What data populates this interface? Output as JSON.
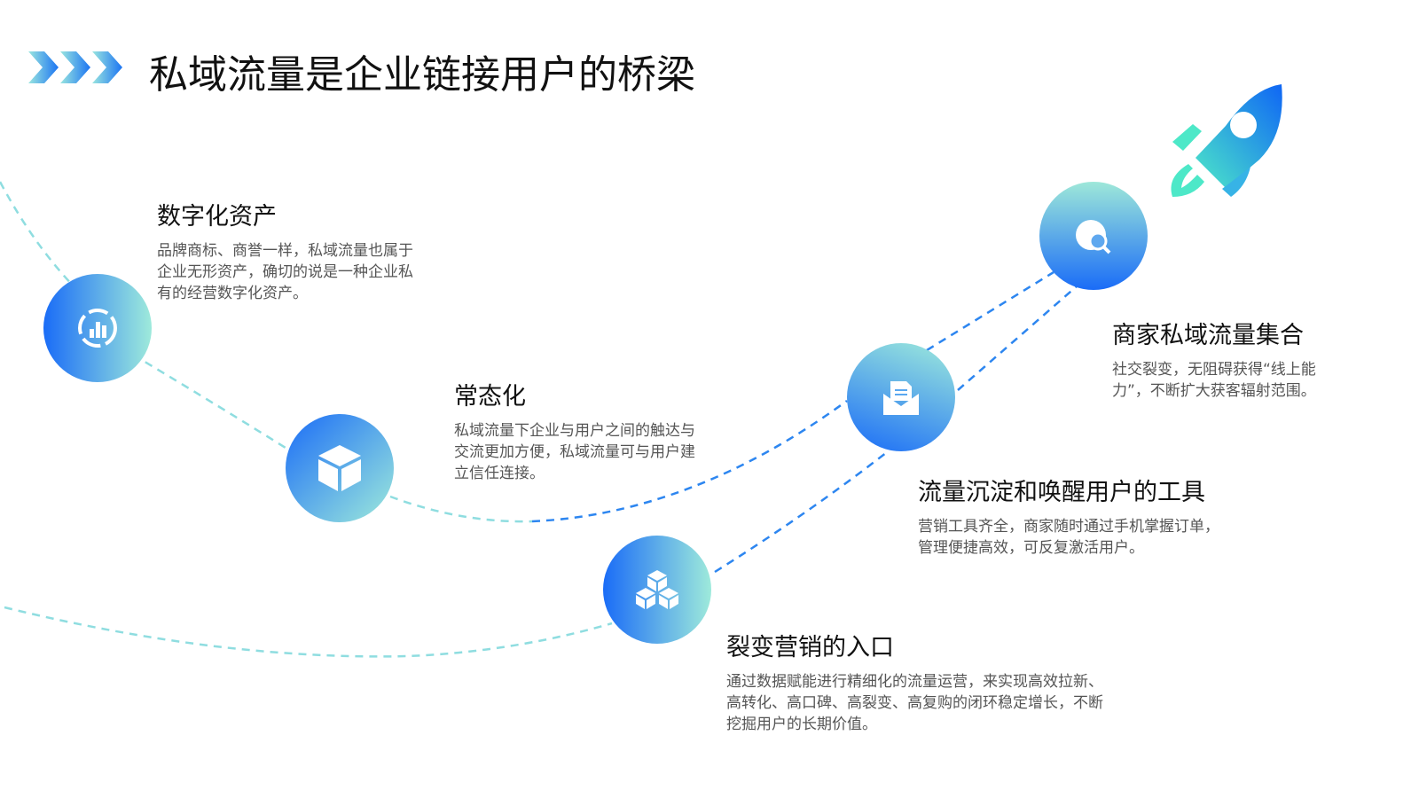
{
  "title": "私域流量是企业链接用户的桥梁",
  "colors": {
    "blue": "#1f6ff5",
    "teal": "#8fe6d8"
  },
  "items": [
    {
      "icon": "bar-chart-icon",
      "heading": "数字化资产",
      "text": "品牌商标、商誉一样，私域流量也属于企业无形资产，确切的说是一种企业私有的经营数字化资产。"
    },
    {
      "icon": "cube-icon",
      "heading": "常态化",
      "text": "私域流量下企业与用户之间的触达与交流更加方便，私域流量可与用户建立信任连接。"
    },
    {
      "icon": "blocks-icon",
      "heading": "裂变营销的入口",
      "text": "通过数据赋能进行精细化的流量运营，来实现高效拉新、高转化、高口碑、高裂变、高复购的闭环稳定增长，不断挖掘用户的长期价值。"
    },
    {
      "icon": "mail-icon",
      "heading": "流量沉淀和唤醒用户的工具",
      "text": "营销工具齐全，商家随时通过手机掌握订单，管理便捷高效，可反复激活用户。"
    },
    {
      "icon": "globe-search-icon",
      "heading": "商家私域流量集合",
      "text": "社交裂变，无阻碍获得“线上能力”，不断扩大获客辐射范围。"
    }
  ]
}
